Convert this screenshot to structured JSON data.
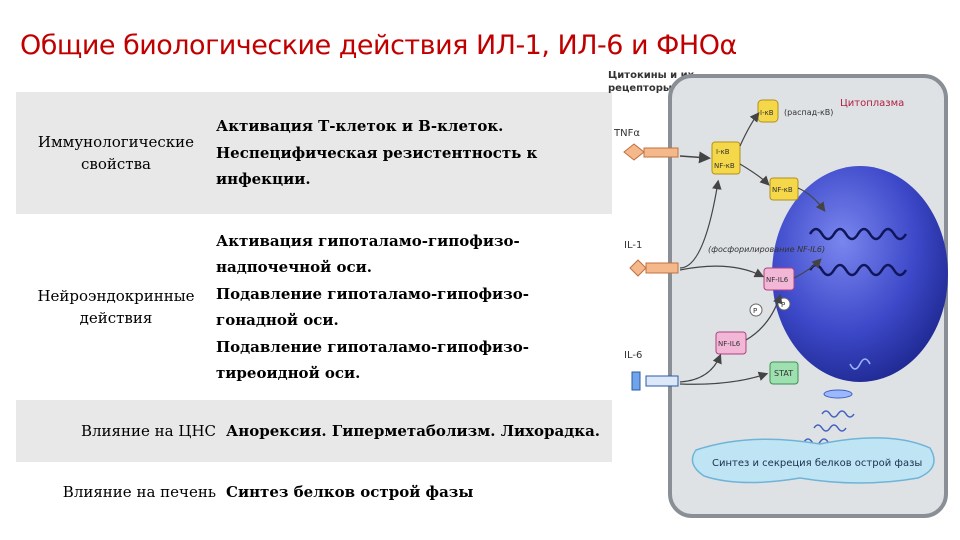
{
  "title": "Общие биологические действия ИЛ-1, ИЛ-6 и ФНОα",
  "table": {
    "rows": [
      {
        "label": [
          "Иммунологические",
          "свойства"
        ],
        "lines": [
          "Активация Т-клеток и В-клеток.",
          "Неспецифическая резистентность к",
          "инфекции."
        ]
      },
      {
        "label": [
          "Нейроэндокринные",
          "действия"
        ],
        "lines": [
          "Активация гипоталамо-гипофизо-",
          "надпочечной оси.",
          "Подавление гипоталамо-гипофизо-",
          "гонадной оси.",
          "Подавление гипоталамо-гипофизо-",
          "тиреоидной оси."
        ]
      },
      {
        "label": [
          "Влияние на ЦНС"
        ],
        "lines": [
          "Анорексия. Гиперметаболизм. Лихорадка."
        ]
      },
      {
        "label": [
          "Влияние на печень"
        ],
        "lines": [
          "Синтез белков острой фазы"
        ]
      }
    ]
  },
  "diagram": {
    "header": [
      "Цитокины и их",
      "рецепторы"
    ],
    "cytoplasm_label": "Цитоплазма",
    "tnf_label": "TNFα",
    "il1_label": "IL-1",
    "il6_label": "IL-6",
    "ikb_top": "I-κB",
    "ikb_decay": "(распад-κB)",
    "ikb_complex_top": "I-κB",
    "ikb_complex_bottom": "NF-κB",
    "nfkb_free": "NF-κB",
    "phospho_label": "(фосфорилирование NF-IL6)",
    "nfil6_right": "NF-IL6",
    "nfil6_left": "NF-IL6",
    "p_mark": "P",
    "stat_label": "STAT",
    "liver_synthesis": "Синтез и секреция белков острой фазы",
    "colors": {
      "cell_fill": "#dfe2e5",
      "cell_border": "#8a8f96",
      "nucleus": "#3c48c8",
      "box_yellow": "#f5d84a",
      "box_pink": "#f2b6d6",
      "box_green": "#9fe0b0",
      "band": "#bfe4f3"
    }
  }
}
